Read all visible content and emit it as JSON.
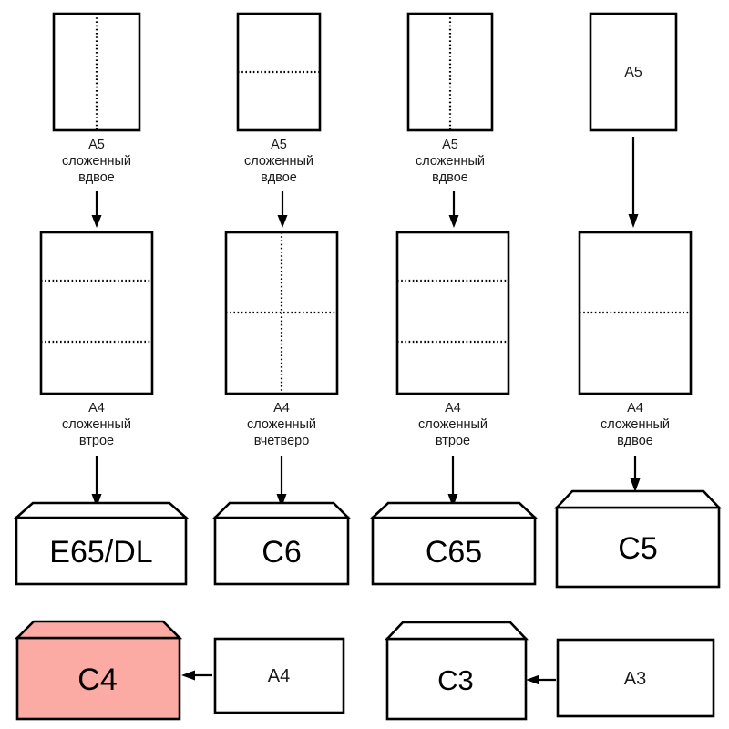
{
  "diagram": {
    "title": "Paper folding to envelope size chart",
    "language": "ru",
    "colors": {
      "stroke": "#000000",
      "paper_fill": "#ffffff",
      "highlight_fill": "#fbaaa4",
      "text": "#1a1a1a"
    }
  },
  "columns": [
    {
      "id": "col-1",
      "top": {
        "label": "",
        "caption_lines": [
          "A5",
          "сложенный",
          "вдвое"
        ],
        "fold": "vertical-center"
      },
      "middle": {
        "label": "",
        "caption_lines": [
          "A4",
          "сложенный",
          "втрое"
        ],
        "fold": "horizontal-thirds"
      },
      "envelope": {
        "label": "E65/DL",
        "highlight": false
      }
    },
    {
      "id": "col-2",
      "top": {
        "label": "",
        "caption_lines": [
          "A5",
          "сложенный",
          "вдвое"
        ],
        "fold": "horizontal-center"
      },
      "middle": {
        "label": "",
        "caption_lines": [
          "A4",
          "сложенный",
          "вчетверо"
        ],
        "fold": "cross-quarters"
      },
      "envelope": {
        "label": "C6",
        "highlight": false
      }
    },
    {
      "id": "col-3",
      "top": {
        "label": "",
        "caption_lines": [
          "A5",
          "сложенный",
          "вдвое"
        ],
        "fold": "vertical-center"
      },
      "middle": {
        "label": "",
        "caption_lines": [
          "A4",
          "сложенный",
          "втрое"
        ],
        "fold": "horizontal-thirds"
      },
      "envelope": {
        "label": "C65",
        "highlight": false
      }
    },
    {
      "id": "col-4",
      "top": {
        "label": "A5",
        "caption_lines": [],
        "fold": "none"
      },
      "middle": {
        "label": "",
        "caption_lines": [
          "A4",
          "сложенный",
          "вдвое"
        ],
        "fold": "horizontal-center"
      },
      "envelope": {
        "label": "C5",
        "highlight": false
      }
    }
  ],
  "bottom_row": [
    {
      "id": "pair-c4",
      "envelope_label": "C4",
      "envelope_highlight": true,
      "source_label": "A4"
    },
    {
      "id": "pair-c3",
      "envelope_label": "C3",
      "envelope_highlight": false,
      "source_label": "A3"
    }
  ]
}
